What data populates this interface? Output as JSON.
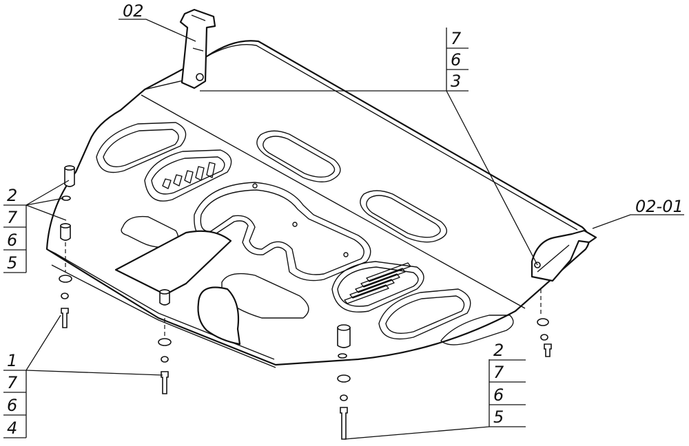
{
  "callouts": {
    "top_bracket": "02",
    "right_bracket": "02-01",
    "top_right_stack": [
      "7",
      "6",
      "3"
    ],
    "left_stack": [
      "2",
      "7",
      "6",
      "5"
    ],
    "bottom_left_stack": [
      "1",
      "7",
      "6",
      "4"
    ],
    "bottom_right_stack": [
      "2",
      "7",
      "6",
      "5"
    ]
  }
}
